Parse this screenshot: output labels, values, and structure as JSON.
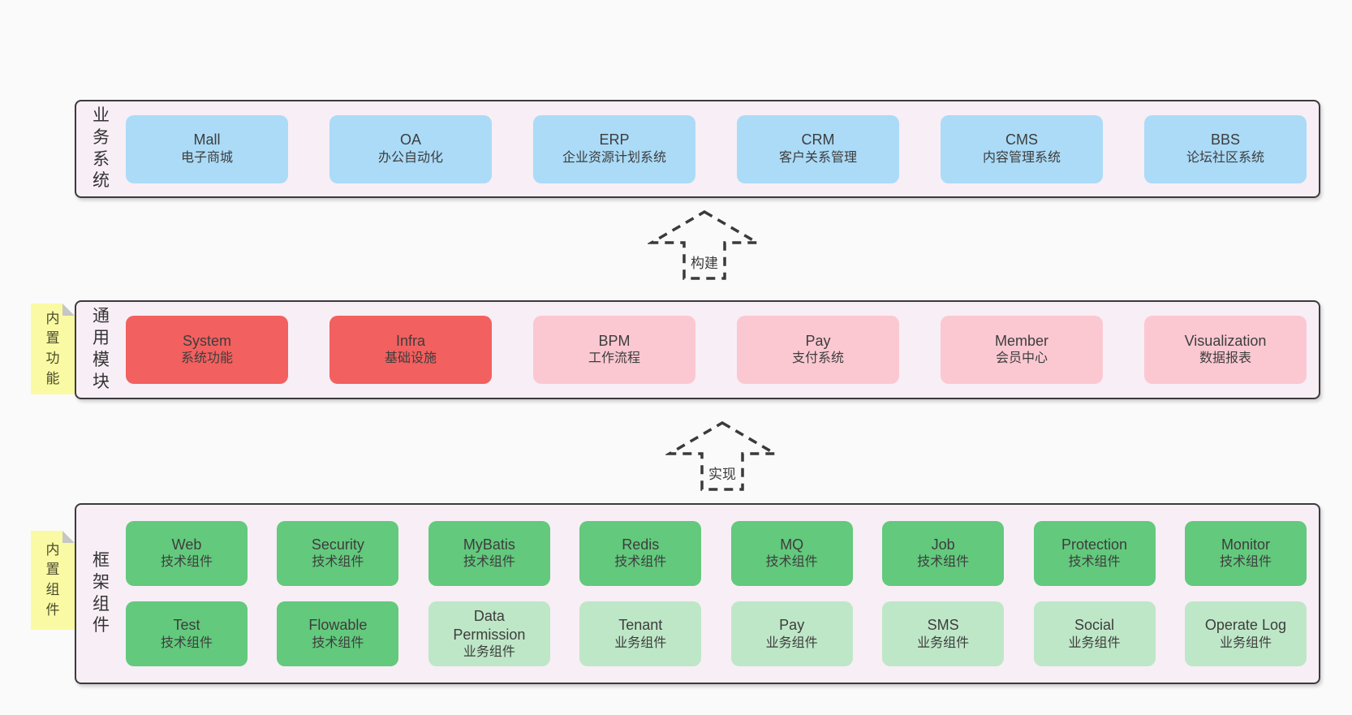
{
  "palette": {
    "page_bg": "#FAFAFA",
    "panel_bg": "#F8EEF6",
    "panel_border": "#3B3B3B",
    "box_blue": "#ABDBF7",
    "box_red": "#F2605F",
    "box_pink": "#FBC8D2",
    "box_green": "#63C97D",
    "box_green_light": "#BEE7C7",
    "sticky_yellow": "#FAFAA4",
    "sticky_fold": "#C6C6C6",
    "text": "#3D3D3D"
  },
  "arrows": [
    {
      "label": "构建"
    },
    {
      "label": "实现"
    }
  ],
  "sections": [
    {
      "label": "业务系统",
      "boxes": [
        {
          "title": "Mall",
          "subtitle": "电子商城",
          "variant": "blue"
        },
        {
          "title": "OA",
          "subtitle": "办公自动化",
          "variant": "blue"
        },
        {
          "title": "ERP",
          "subtitle": "企业资源计划系统",
          "variant": "blue"
        },
        {
          "title": "CRM",
          "subtitle": "客户关系管理",
          "variant": "blue"
        },
        {
          "title": "CMS",
          "subtitle": "内容管理系统",
          "variant": "blue"
        },
        {
          "title": "BBS",
          "subtitle": "论坛社区系统",
          "variant": "blue"
        }
      ]
    },
    {
      "sticky": "内置功能",
      "label": "通用模块",
      "boxes": [
        {
          "title": "System",
          "subtitle": "系统功能",
          "variant": "red"
        },
        {
          "title": "Infra",
          "subtitle": "基础设施",
          "variant": "red"
        },
        {
          "title": "BPM",
          "subtitle": "工作流程",
          "variant": "pink"
        },
        {
          "title": "Pay",
          "subtitle": "支付系统",
          "variant": "pink"
        },
        {
          "title": "Member",
          "subtitle": "会员中心",
          "variant": "pink"
        },
        {
          "title": "Visualization",
          "subtitle": "数据报表",
          "variant": "pink"
        }
      ]
    },
    {
      "sticky": "内置组件",
      "label": "框架组件",
      "rows": [
        [
          {
            "title": "Web",
            "subtitle": "技术组件",
            "variant": "green"
          },
          {
            "title": "Security",
            "subtitle": "技术组件",
            "variant": "green"
          },
          {
            "title": "MyBatis",
            "subtitle": "技术组件",
            "variant": "green"
          },
          {
            "title": "Redis",
            "subtitle": "技术组件",
            "variant": "green"
          },
          {
            "title": "MQ",
            "subtitle": "技术组件",
            "variant": "green"
          },
          {
            "title": "Job",
            "subtitle": "技术组件",
            "variant": "green"
          },
          {
            "title": "Protection",
            "subtitle": "技术组件",
            "variant": "green"
          },
          {
            "title": "Monitor",
            "subtitle": "技术组件",
            "variant": "green"
          }
        ],
        [
          {
            "title": "Test",
            "subtitle": "技术组件",
            "variant": "green"
          },
          {
            "title": "Flowable",
            "subtitle": "技术组件",
            "variant": "green"
          },
          {
            "title": "Data Permission",
            "subtitle": "业务组件",
            "variant": "green-light"
          },
          {
            "title": "Tenant",
            "subtitle": "业务组件",
            "variant": "green-light"
          },
          {
            "title": "Pay",
            "subtitle": "业务组件",
            "variant": "green-light"
          },
          {
            "title": "SMS",
            "subtitle": "业务组件",
            "variant": "green-light"
          },
          {
            "title": "Social",
            "subtitle": "业务组件",
            "variant": "green-light"
          },
          {
            "title": "Operate Log",
            "subtitle": "业务组件",
            "variant": "green-light"
          }
        ]
      ]
    }
  ]
}
